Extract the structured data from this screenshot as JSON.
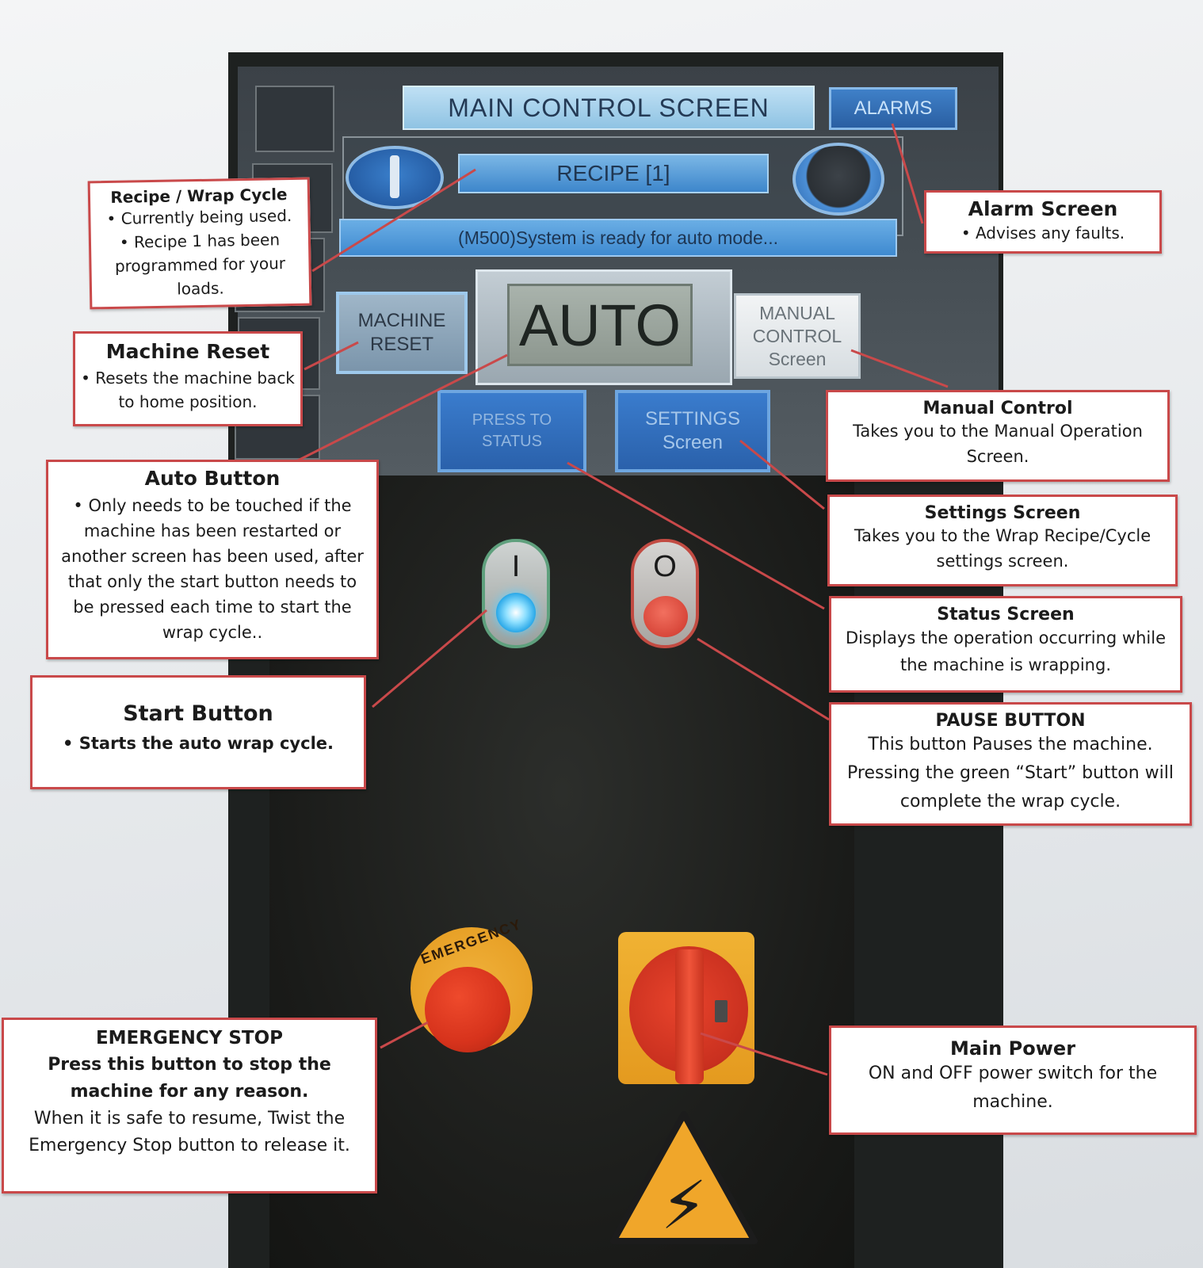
{
  "screen": {
    "title": "MAIN CONTROL SCREEN",
    "alarms_label": "ALARMS",
    "recipe_label": "RECIPE [1]",
    "status_message": "(M500)System is ready for auto mode...",
    "machine_reset_label": "MACHINE RESET",
    "auto_label": "AUTO",
    "manual_label": "MANUAL CONTROL Screen",
    "press_status_label": "PRESS TO STATUS",
    "settings_label": "SETTINGS Screen"
  },
  "panel": {
    "start_symbol": "I",
    "pause_symbol": "O",
    "estop_label": "EMERGENCY",
    "warning_symbol": "⚡"
  },
  "callouts": {
    "recipe": {
      "title": "Recipe / Wrap Cycle",
      "line1": "• Currently being used.",
      "line2": "• Recipe 1 has been programmed for your loads."
    },
    "reset": {
      "title": "Machine Reset",
      "body": "• Resets the machine back to home position."
    },
    "auto": {
      "title": "Auto Button",
      "body": "• Only needs to be touched if the machine has been restarted or another screen has been used, after that only the start button needs to be pressed each time to start the wrap cycle.."
    },
    "start": {
      "title": "Start Button",
      "body": "• Starts the auto wrap cycle."
    },
    "estop": {
      "title": "EMERGENCY STOP",
      "line1": "Press this button to stop the machine for any reason.",
      "line2": "When it is safe to resume, Twist the Emergency Stop button to release it."
    },
    "alarm": {
      "title": "Alarm Screen",
      "body": "• Advises any faults."
    },
    "manual": {
      "title": "Manual Control",
      "body": "Takes you to the Manual Operation Screen."
    },
    "settings": {
      "title": "Settings Screen",
      "body": "Takes you to the Wrap Recipe/Cycle settings screen."
    },
    "status": {
      "title": "Status Screen",
      "body": "Displays the operation occurring while the machine is wrapping."
    },
    "pause": {
      "title": "PAUSE BUTTON",
      "line1": "This button Pauses the machine.",
      "line2": "Pressing the green “Start” button will complete the wrap cycle."
    },
    "power": {
      "title": "Main Power",
      "body": "ON and OFF power switch for the machine."
    }
  },
  "colors": {
    "callout_border": "#c9494a",
    "leader_line": "#c9494a",
    "hmi_blue": "#3a7ccd"
  }
}
